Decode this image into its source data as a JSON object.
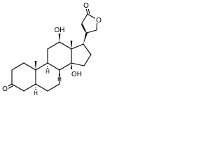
{
  "molecule": {
    "atom_labels": {
      "lactone_carbonyl_oxygen": "O",
      "lactone_ring_oxygen": "O",
      "c12_hydroxyl": "OH",
      "c14_hydroxyl": "OH",
      "c3_ketone_oxygen": "O",
      "c5_hydrogen": "H",
      "c8_hydrogen": "H",
      "c9_hydrogen": "H"
    }
  }
}
